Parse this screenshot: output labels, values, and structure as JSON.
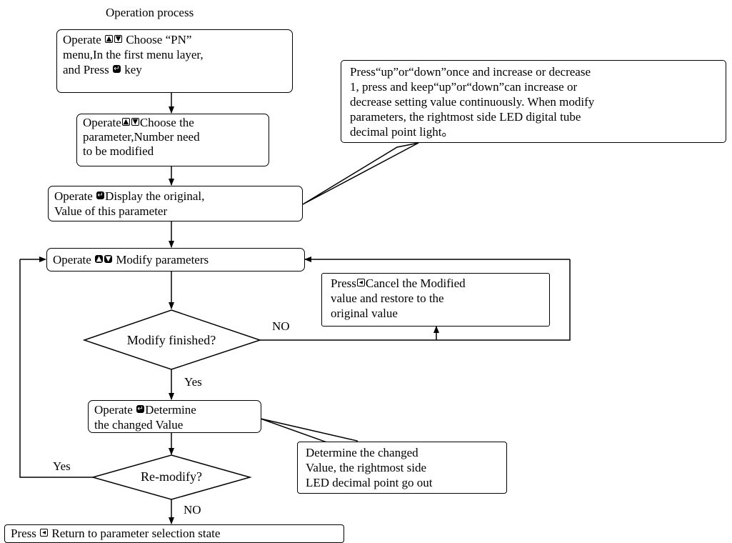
{
  "title": "Operation process",
  "step1": {
    "line1_pre": "Operate ",
    "line1_post": " Choose “PN”",
    "line2": "menu,In the first menu layer,",
    "line3_pre": "and Press ",
    "line3_post": " key"
  },
  "step2": {
    "line1_pre": "Operate",
    "line1_post": "Choose the",
    "line2": "parameter,Number need",
    "line3": "to be modified"
  },
  "step3": {
    "line1_pre": "Operate ",
    "line1_post": "Display the original,",
    "line2": "Value of this parameter"
  },
  "step4": {
    "pre": "Operate ",
    "post": " Modify parameters"
  },
  "note_increment": {
    "line1": "Press“up”or“down”once and increase or decrease",
    "line2": "1, press and keep“up”or“down”can increase or",
    "line3": "decrease setting value continuously. When modify",
    "line4": "parameters, the rightmost side LED digital tube",
    "line5": "decimal point light。"
  },
  "cancel_box": {
    "line1_pre": "Press",
    "line1_post": "Cancel the Modified",
    "line2": "value and restore to the",
    "line3": "original value"
  },
  "decision1": {
    "label": "Modify finished?",
    "no_label": "NO",
    "yes_label": "Yes"
  },
  "step5": {
    "line1_pre": "Operate ",
    "line1_post": "Determine",
    "line2": "the changed Value"
  },
  "note_determine": {
    "line1": "Determine the changed",
    "line2": "Value, the rightmost side",
    "line3": "LED decimal point go out"
  },
  "decision2": {
    "label": "Re-modify?",
    "yes_label": "Yes",
    "no_label": "NO"
  },
  "final_box": {
    "pre": "Press ",
    "post": " Return to parameter selection state"
  },
  "icons": {
    "up_down_keys": "up-down-keys-icon",
    "enter_key": "enter-key-icon",
    "back_key": "back-key-icon"
  },
  "colors": {
    "line": "#000000",
    "background": "#ffffff"
  }
}
